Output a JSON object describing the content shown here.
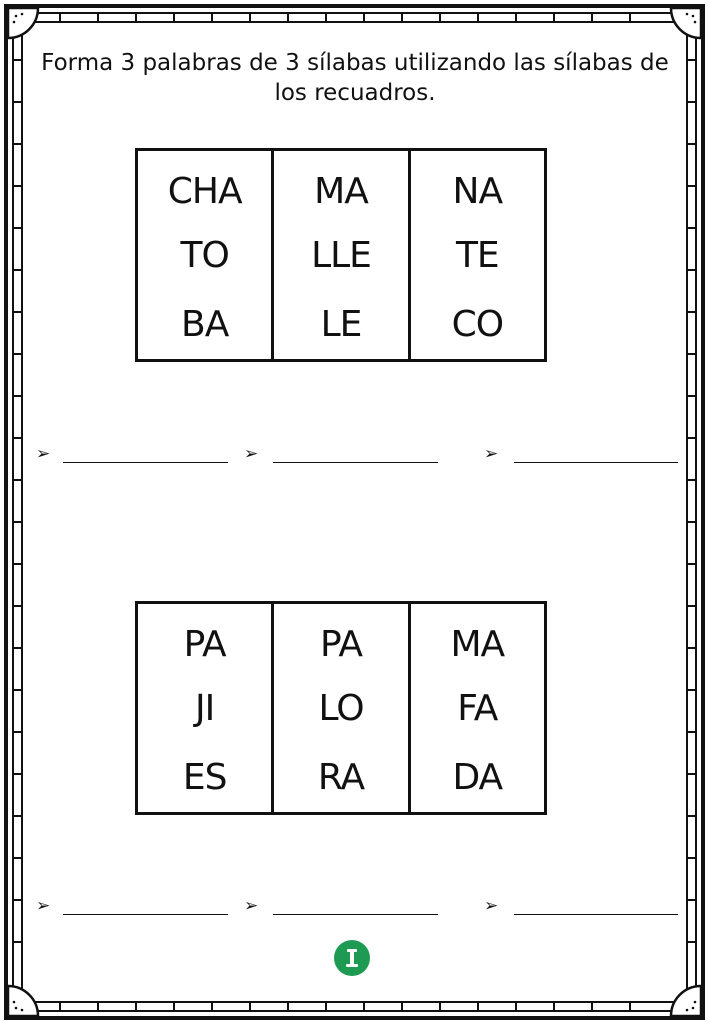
{
  "worksheet": {
    "instruction": "Forma 3 palabras de 3 sílabas utilizando las sílabas de los recuadros.",
    "set1": {
      "columns": [
        [
          "CHA",
          "TO",
          "BA"
        ],
        [
          "MA",
          "LLE",
          "LE"
        ],
        [
          "NA",
          "TE",
          "CO"
        ]
      ]
    },
    "set2": {
      "columns": [
        [
          "PA",
          "JI",
          "ES"
        ],
        [
          "PA",
          "LO",
          "RA"
        ],
        [
          "MA",
          "FA",
          "DA"
        ]
      ]
    },
    "arrow_symbol": "➢"
  },
  "colors": {
    "ink": "#111111",
    "badge": "#1e9a52"
  }
}
